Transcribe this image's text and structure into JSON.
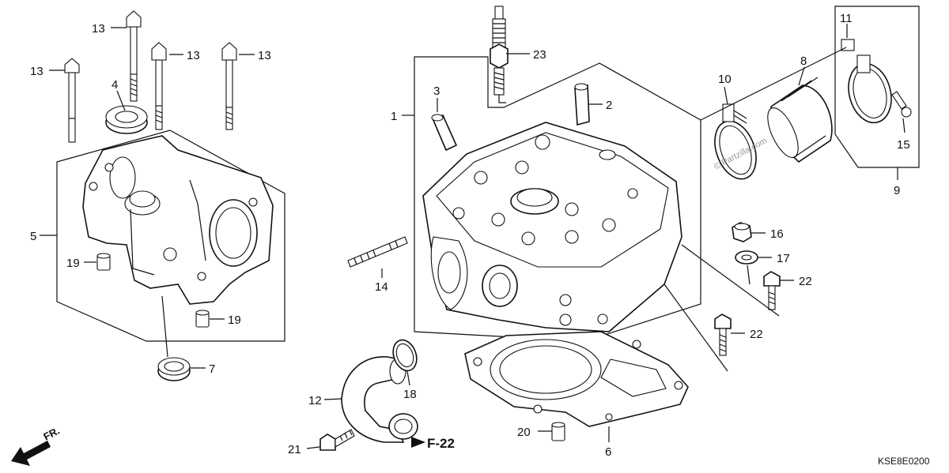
{
  "diagram": {
    "callouts": {
      "c1": "1",
      "c2": "2",
      "c3": "3",
      "c4": "4",
      "c5": "5",
      "c6": "6",
      "c7": "7",
      "c8": "8",
      "c9": "9",
      "c10": "10",
      "c11": "11",
      "c12": "12",
      "c13a": "13",
      "c13b": "13",
      "c13c": "13",
      "c13d": "13",
      "c14": "14",
      "c15": "15",
      "c16": "16",
      "c17": "17",
      "c18": "18",
      "c19a": "19",
      "c19b": "19",
      "c20": "20",
      "c21": "21",
      "c22a": "22",
      "c22b": "22",
      "c23": "23"
    },
    "reference": "F-22",
    "direction": "FR.",
    "code": "KSE8E0200",
    "watermark": "© Partzilla.com"
  }
}
